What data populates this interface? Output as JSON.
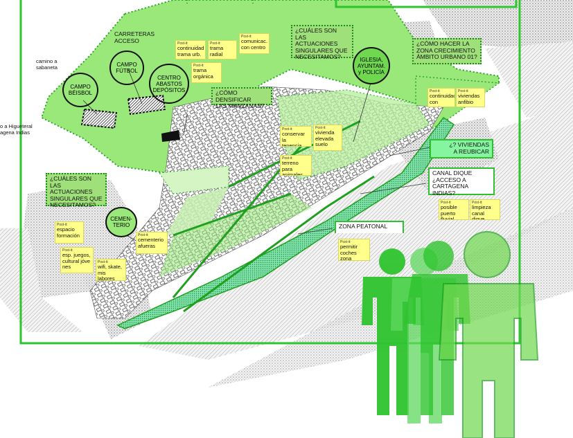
{
  "labels": {
    "carreteras": "CARRETERAS\nACCESO",
    "camino_sabaneta": "camino a\nsabaneta",
    "camino_higueteral": "o a Higueteral\nagena Indias",
    "campo_beisbol": "CAMPO\nBÉISBOL",
    "campo_futbol": "CAMPO\nFÚTBOL",
    "centro_abastos": "CENTRO\nABASTOS\nDEPÓSITOS",
    "iglesia": "IGLESIA,\nAYUNTAM.\ny POLICÍA",
    "cementerio": "CEMEN-\nTERIO"
  },
  "questions": {
    "actuaciones_top": "¿CUÁLES SON LAS\nACTUACIONES\nSINGULARES QUE\nNECESITAMOS?",
    "zona_crecimiento": "¿CÓMO HACER LA\nZONA CRECIMIENTO\nÁMBITO URBANO 01?",
    "densificar": "¿CÓMO DENSIFICAR\nLAS MANZANAS?",
    "actuaciones_left": "¿CUÁLES SON LAS\nACTUACIONES\nSINGULARES QUE\nNECESITAMOS?",
    "viviendas_reubicar": "¿? VIVIENDAS\nA REUBICAR",
    "canal_dique": "CANAL DIQUE\n¿ACCESO A\nCARTAGENA INDIAS?",
    "zona_peatonal": "ZONA PEATONAL"
  },
  "postit_prefix": "Post-it:",
  "postits": [
    {
      "id": "continuidad_trama",
      "text": "continuidad\ntrama urb."
    },
    {
      "id": "trama_radial",
      "text": "trama radial"
    },
    {
      "id": "comunicac",
      "text": "comunicac.\ncon centro"
    },
    {
      "id": "trama_organica",
      "text": "trama\norgánica"
    },
    {
      "id": "continuidad_centro",
      "text": "continuidad\ncon centro"
    },
    {
      "id": "viviendas_anfibio",
      "text": "viviendas\nanfibio"
    },
    {
      "id": "conservar_tenencia",
      "text": "conservar la\ntenencia"
    },
    {
      "id": "vivienda_elevada",
      "text": "vivienda\nelevada\nsuelo"
    },
    {
      "id": "terreno_animales",
      "text": "terreno para\nanimales"
    },
    {
      "id": "posible_puerto",
      "text": "posible\npuerto fluvial"
    },
    {
      "id": "limpieza_canal",
      "text": "limpieza\ncanal dique"
    },
    {
      "id": "espacio_formacion",
      "text": "espacio\nformación"
    },
    {
      "id": "cementerio_afueras",
      "text": "cementerio\nafueras"
    },
    {
      "id": "esp_juegos",
      "text": "esp. juegos,\ncultural jóve\nnes"
    },
    {
      "id": "wifi_skate",
      "text": "wifi, skate,\nmis labores"
    },
    {
      "id": "permitir_coches",
      "text": "permitir\ncoches zona"
    }
  ],
  "colors": {
    "green_light": "#99e879",
    "green_mid": "#6fd84f",
    "green_dark": "#1fa01f",
    "figure_green": "#2ec42e",
    "postit_yellow": "#ffff8c",
    "reubicar_fill": "#86f5a0"
  }
}
